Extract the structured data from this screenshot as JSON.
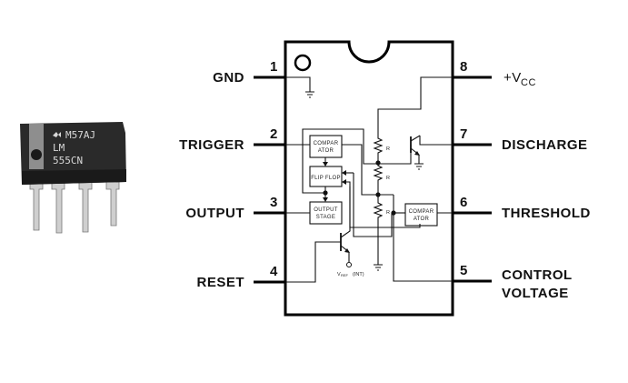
{
  "title": "LM555 Timer IC Pinout",
  "chip_photo": {
    "marking_line1": "M57AJ",
    "marking_line2": "LM",
    "marking_line3": "555CN",
    "logo": "national-semiconductor-logo"
  },
  "pins": [
    {
      "number": "1",
      "label": "GND",
      "side": "left"
    },
    {
      "number": "2",
      "label": "TRIGGER",
      "side": "left"
    },
    {
      "number": "3",
      "label": "OUTPUT",
      "side": "left"
    },
    {
      "number": "4",
      "label": "RESET",
      "side": "left"
    },
    {
      "number": "5",
      "label": "CONTROL",
      "label2": "VOLTAGE",
      "side": "right"
    },
    {
      "number": "6",
      "label": "THRESHOLD",
      "side": "right"
    },
    {
      "number": "7",
      "label": "DISCHARGE",
      "side": "right"
    },
    {
      "number": "8",
      "label": "+V",
      "label_sub": "CC",
      "side": "right"
    }
  ],
  "blocks": {
    "comparator_top_1": "COMPAR",
    "comparator_top_2": "ATOR",
    "flip_flop": "FLIP FLOP",
    "output_stage_1": "OUTPUT",
    "output_stage_2": "STAGE",
    "comparator_bottom_1": "COMPAR",
    "comparator_bottom_2": "ATOR"
  },
  "resistors": [
    "R",
    "R",
    "R"
  ],
  "vref_label": "V",
  "vref_sub": "REF",
  "vref_suffix": "(INT)"
}
